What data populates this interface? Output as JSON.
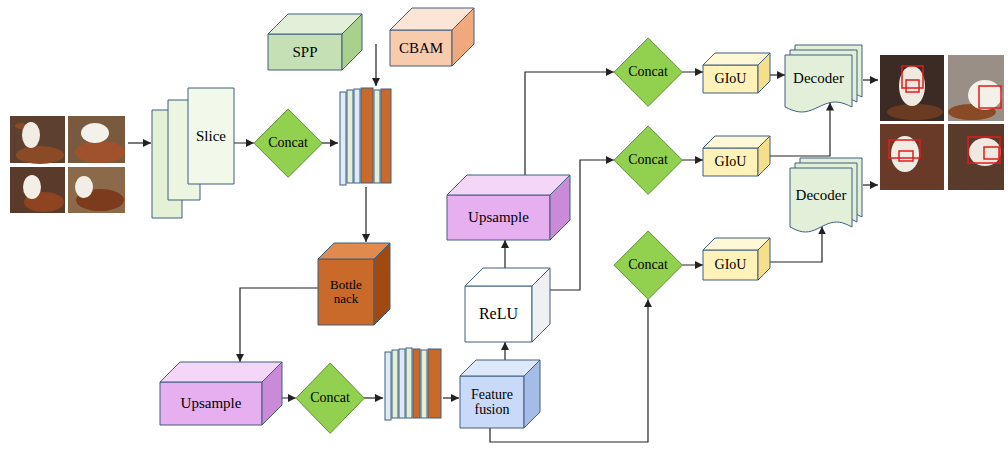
{
  "diagram": {
    "nodes": [
      {
        "text": [
          "Slice"
        ]
      },
      {
        "text": [
          "Concat"
        ]
      },
      {
        "text": [
          "SPP"
        ]
      },
      {
        "text": [
          "CBAM"
        ]
      },
      {
        "text": [
          "Bottle nack"
        ]
      },
      {
        "text": [
          "Upsample"
        ]
      },
      {
        "text": [
          "Concat"
        ]
      },
      {
        "text": [
          "Feature fusion"
        ]
      },
      {
        "text": [
          "ReLU"
        ]
      },
      {
        "text": [
          "Upsample"
        ]
      },
      {
        "text": [
          "Concat"
        ]
      },
      {
        "text": [
          "Concat"
        ]
      },
      {
        "text": [
          "Concat"
        ]
      },
      {
        "text": [
          "GIoU"
        ]
      },
      {
        "text": [
          "GIoU"
        ]
      },
      {
        "text": [
          "GIoU"
        ]
      },
      {
        "text": [
          "Decoder"
        ]
      },
      {
        "text": [
          "Decoder"
        ]
      }
    ],
    "edges": [
      {
        "from": 0,
        "to": 1,
        "arrow": "to"
      },
      {
        "from": 4,
        "to": 5,
        "arrow": "to"
      },
      {
        "from": 5,
        "to": 6,
        "arrow": "to"
      },
      {
        "from": 7,
        "to": 8,
        "arrow": "to"
      },
      {
        "from": 8,
        "to": 9,
        "arrow": "to"
      },
      {
        "from": 9,
        "to": 10,
        "arrow": "to"
      },
      {
        "from": 8,
        "to": 11,
        "arrow": "to"
      },
      {
        "from": 7,
        "to": 12,
        "arrow": "to"
      },
      {
        "from": 10,
        "to": 13,
        "arrow": "to"
      },
      {
        "from": 11,
        "to": 14,
        "arrow": "to"
      },
      {
        "from": 12,
        "to": 15,
        "arrow": "to"
      },
      {
        "from": 13,
        "to": 16,
        "arrow": "to"
      },
      {
        "from": 14,
        "to": 16,
        "arrow": "to"
      },
      {
        "from": 15,
        "to": 17,
        "arrow": "to"
      }
    ]
  }
}
